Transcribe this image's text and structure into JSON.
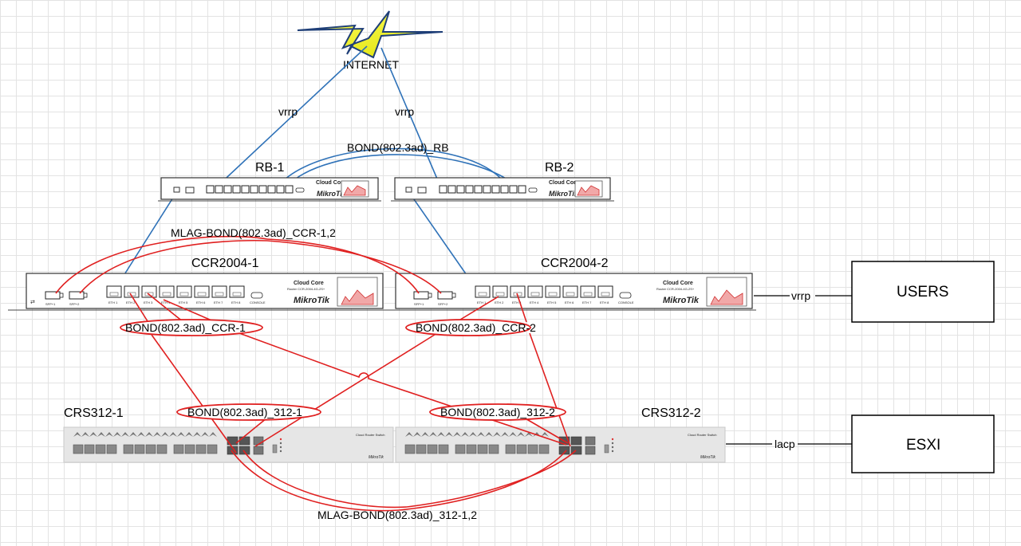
{
  "cloud": {
    "label": "INTERNET"
  },
  "devices": {
    "rb1": {
      "title": "RB-1",
      "brand": "Cloud Core",
      "vendor": "MikroTik"
    },
    "rb2": {
      "title": "RB-2",
      "brand": "Cloud Core",
      "vendor": "MikroTik"
    },
    "ccr1": {
      "title": "CCR2004-1",
      "brand": "Cloud Core",
      "model": "Router CCR-2004-4G-2S+",
      "vendor": "MikroTik"
    },
    "ccr2": {
      "title": "CCR2004-2",
      "brand": "Cloud Core",
      "model": "Router CCR-2004-4G-2S+",
      "vendor": "MikroTik"
    },
    "crs1": {
      "title": "CRS312-1",
      "brand": "Cloud Router Switch",
      "vendor": "MikroTik"
    },
    "crs2": {
      "title": "CRS312-2",
      "brand": "Cloud Router Switch",
      "vendor": "MikroTik"
    }
  },
  "links": {
    "vrrp_left": "vrrp",
    "vrrp_right": "vrrp",
    "bond_rb": "BOND(802.3ad)_RB",
    "mlag_ccr": "MLAG-BOND(802.3ad)_CCR-1,2",
    "bond_ccr1": "BOND(802.3ad)_CCR-1",
    "bond_ccr2": "BOND(802.3ad)_CCR-2",
    "bond_312_1": "BOND(802.3ad)_312-1",
    "bond_312_2": "BOND(802.3ad)_312-2",
    "mlag_312": "MLAG-BOND(802.3ad)_312-1,2",
    "users_link": "vrrp",
    "esxi_link": "lacp"
  },
  "endpoints": {
    "users": "USERS",
    "esxi": "ESXI"
  },
  "ccr_port_labels": [
    "SFP+1",
    "SFP+2",
    "ETH 1",
    "ETH 2",
    "ETH 3",
    "ETH 4",
    "ETH 5",
    "ETH 6",
    "ETH 7",
    "ETH 8",
    "CONSOLE"
  ],
  "colors": {
    "blue_link": "#2f72b8",
    "red_link": "#e02020",
    "lightning": "#ffff33"
  }
}
